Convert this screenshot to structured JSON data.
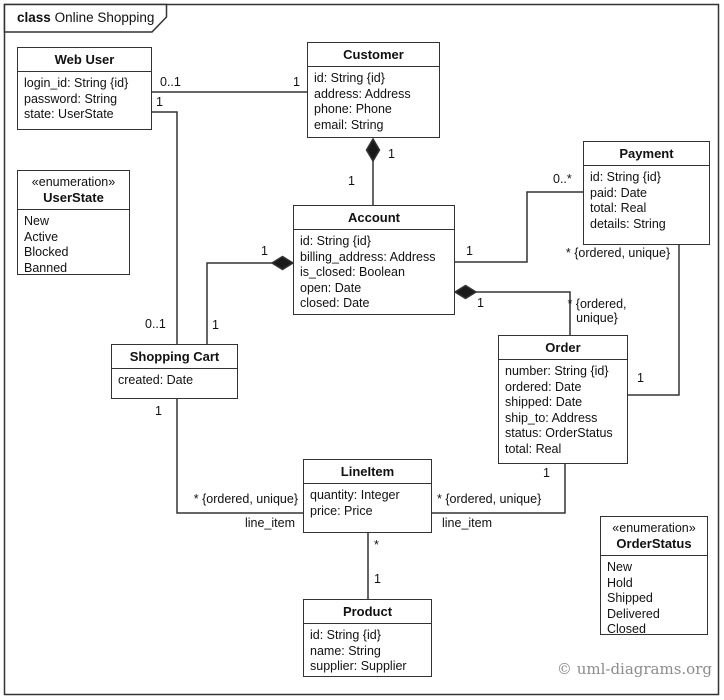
{
  "frame": {
    "keyword": "class",
    "title": "Online Shopping"
  },
  "classes": {
    "web_user": {
      "name": "Web User",
      "attributes": [
        "login_id: String {id}",
        "password: String",
        "state: UserState"
      ]
    },
    "customer": {
      "name": "Customer",
      "attributes": [
        "id: String {id}",
        "address: Address",
        "phone: Phone",
        "email: String"
      ]
    },
    "user_state": {
      "stereotype": "«enumeration»",
      "name": "UserState",
      "values": [
        "New",
        "Active",
        "Blocked",
        "Banned"
      ]
    },
    "payment": {
      "name": "Payment",
      "attributes": [
        "id: String {id}",
        "paid: Date",
        "total: Real",
        "details: String"
      ]
    },
    "account": {
      "name": "Account",
      "attributes": [
        "id: String {id}",
        "billing_address: Address",
        "is_closed: Boolean",
        "open: Date",
        "closed: Date"
      ]
    },
    "order": {
      "name": "Order",
      "attributes": [
        "number: String {id}",
        "ordered: Date",
        "shipped: Date",
        "ship_to: Address",
        "status: OrderStatus",
        "total: Real"
      ]
    },
    "shopping_cart": {
      "name": "Shopping Cart",
      "attributes": [
        "created: Date"
      ]
    },
    "line_item": {
      "name": "LineItem",
      "attributes": [
        "quantity: Integer",
        "price: Price"
      ]
    },
    "product": {
      "name": "Product",
      "attributes": [
        "id: String {id}",
        "name: String",
        "supplier: Supplier"
      ]
    },
    "order_status": {
      "stereotype": "«enumeration»",
      "name": "OrderStatus",
      "values": [
        "New",
        "Hold",
        "Shipped",
        "Delivered",
        "Closed"
      ]
    }
  },
  "associations": {
    "webuser_customer": {
      "webuser": "0..1",
      "customer": "1"
    },
    "webuser_cart": {
      "webuser": "1",
      "cart": "0..1"
    },
    "customer_account": {
      "customer": "1",
      "account": "1"
    },
    "account_cart": {
      "account": "1",
      "cart": "1"
    },
    "account_payment": {
      "account": "1",
      "payment": "0..*"
    },
    "account_order": {
      "account": "1",
      "order": "* {ordered, unique}"
    },
    "payment_order": {
      "payment": "* {ordered, unique}",
      "order": "1"
    },
    "cart_lineitem": {
      "cart": "1",
      "lineitem": "* {ordered, unique}",
      "role": "line_item"
    },
    "order_lineitem": {
      "order": "1",
      "lineitem": "* {ordered, unique}",
      "role": "line_item"
    },
    "lineitem_product": {
      "lineitem": "*",
      "product": "1"
    }
  },
  "footer": {
    "copyright": "© uml-diagrams.org"
  }
}
